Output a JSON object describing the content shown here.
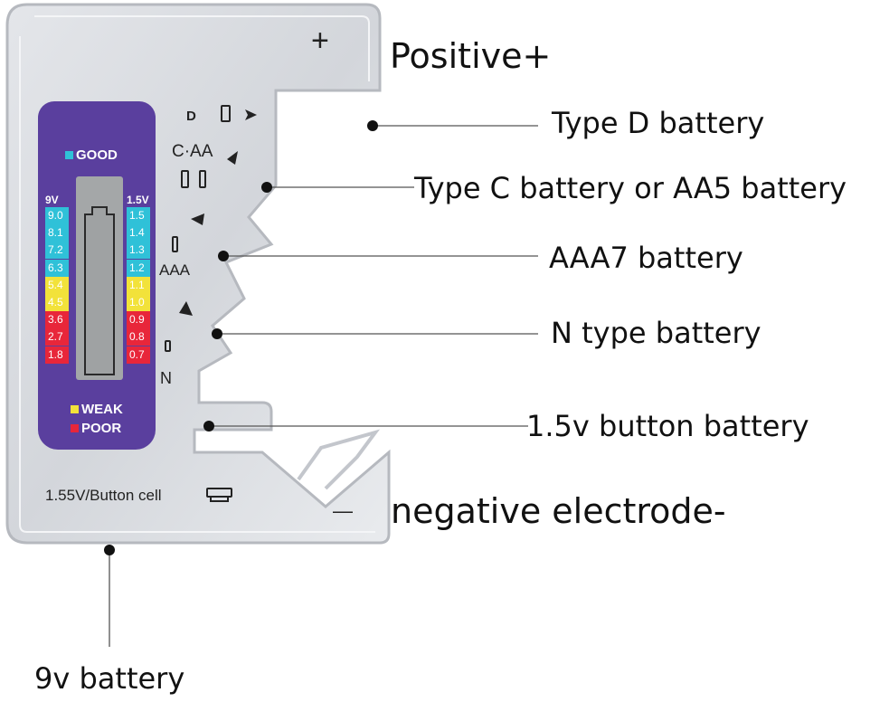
{
  "title": "Battery tester slot diagram",
  "device": {
    "panel": {
      "good_label": "GOOD",
      "weak_label": "WEAK",
      "poor_label": "POOR",
      "left_scale_header": "9V",
      "right_scale_header": "1.5V",
      "left_scale": [
        "9.0",
        "8.1",
        "7.2",
        "6.3",
        "5.4",
        "4.5",
        "3.6",
        "2.7",
        "1.8"
      ],
      "right_scale": [
        "1.5",
        "1.4",
        "1.3",
        "1.2",
        "1.1",
        "1.0",
        "0.9",
        "0.8",
        "0.7"
      ],
      "scale_levels": [
        "good",
        "good",
        "good",
        "good",
        "weak",
        "weak",
        "poor",
        "poor",
        "poor"
      ],
      "colors": {
        "panel": "#5a3f9e",
        "good": "#2fc1d8",
        "weak": "#f2e23a",
        "poor": "#e8263a",
        "lcd": "#a4a7a8"
      }
    },
    "slot_markings": {
      "d": "D",
      "c_aa": "C·AA",
      "aaa": "AAA",
      "n": "N",
      "plus": "+",
      "minus": "—",
      "button_cell": "1.55V/Button cell"
    }
  },
  "callouts": {
    "positive": "Positive+",
    "type_d": "Type D battery",
    "type_c_aa": "Type C battery or AA5 battery",
    "aaa": "AAA7 battery",
    "n_type": "N type battery",
    "button": "1.5v button battery",
    "negative": "negative electrode-",
    "nine_volt": "9v battery"
  }
}
